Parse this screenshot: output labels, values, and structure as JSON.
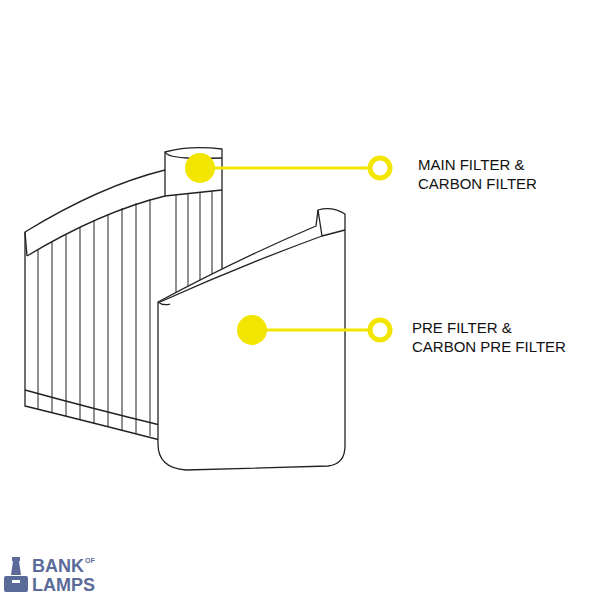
{
  "diagram": {
    "labels": [
      "MAIN FILTER & CARBON FILTER",
      "PRE FILTER & CARBON PRE FILTER",
      "BANK",
      "OF",
      "LAMPS"
    ]
  }
}
